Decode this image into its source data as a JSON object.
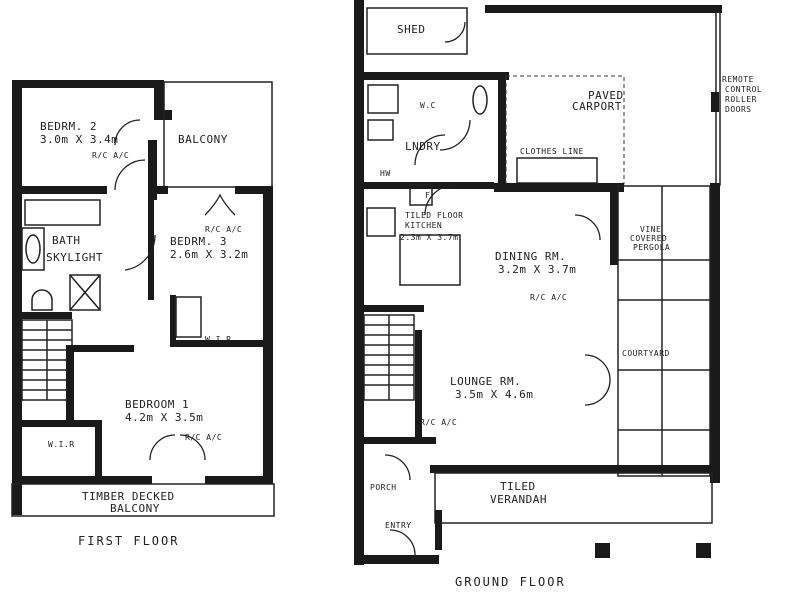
{
  "first_floor": {
    "title": "FIRST FLOOR",
    "bedroom2": {
      "name": "BEDRM. 2",
      "size": "3.0m X 3.4m",
      "ac": "R/C A/C"
    },
    "balcony": "BALCONY",
    "bedroom3": {
      "name": "BEDRM. 3",
      "size": "2.6m X 3.2m",
      "ac": "R/C A/C"
    },
    "bath": "BATH",
    "skylight": "SKYLIGHT",
    "wir_upper": "W.I.R",
    "bedroom1": {
      "name": "BEDROOM 1",
      "size": "4.2m X 3.5m",
      "ac": "R/C A/C"
    },
    "wir_lower": "W.I.R",
    "deck": {
      "line1": "TIMBER DECKED",
      "line2": "BALCONY"
    }
  },
  "ground_floor": {
    "title": "GROUND FLOOR",
    "shed": "SHED",
    "wc": "W.C",
    "laundry": "LNDRY",
    "paved": {
      "line1": "PAVED",
      "line2": "CARPORT"
    },
    "clothes_line": "CLOTHES LINE",
    "remote": {
      "line1": "REMOTE",
      "line2": "CONTROL",
      "line2b": "ROLLER",
      "line3": "DOORS"
    },
    "kitchen": {
      "line1": "TILED FLOOR",
      "line2": "KITCHEN",
      "size": "2.3m X 3.7m"
    },
    "dining": {
      "name": "DINING RM.",
      "size": "3.2m X 3.7m",
      "ac": "R/C A/C"
    },
    "pergola": {
      "line1": "VINE",
      "line2": "COVERED",
      "line3": "PERGOLA"
    },
    "courtyard": "COURTYARD",
    "lounge": {
      "name": "LOUNGE RM.",
      "size": "3.5m X 4.6m",
      "ac": "R/C A/C"
    },
    "porch": "PORCH",
    "verandah": {
      "line1": "TILED",
      "line2": "VERANDAH"
    },
    "entry": "ENTRY",
    "hw": "HW",
    "fridge": "F"
  }
}
